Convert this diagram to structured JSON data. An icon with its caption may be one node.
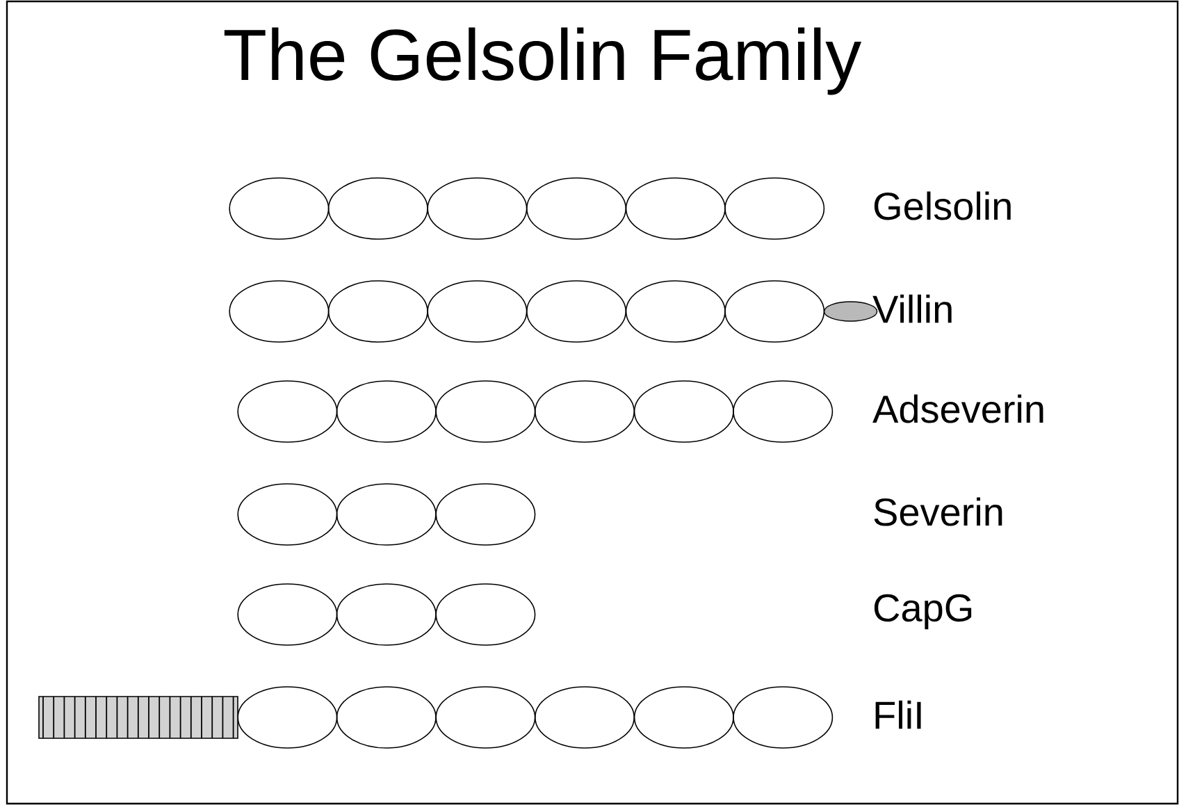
{
  "diagram": {
    "title": "The Gelsolin Family",
    "labels": [
      "Gelsolin",
      "Villin",
      "Adseverin",
      "Severin",
      "CapG",
      "FliI"
    ]
  }
}
